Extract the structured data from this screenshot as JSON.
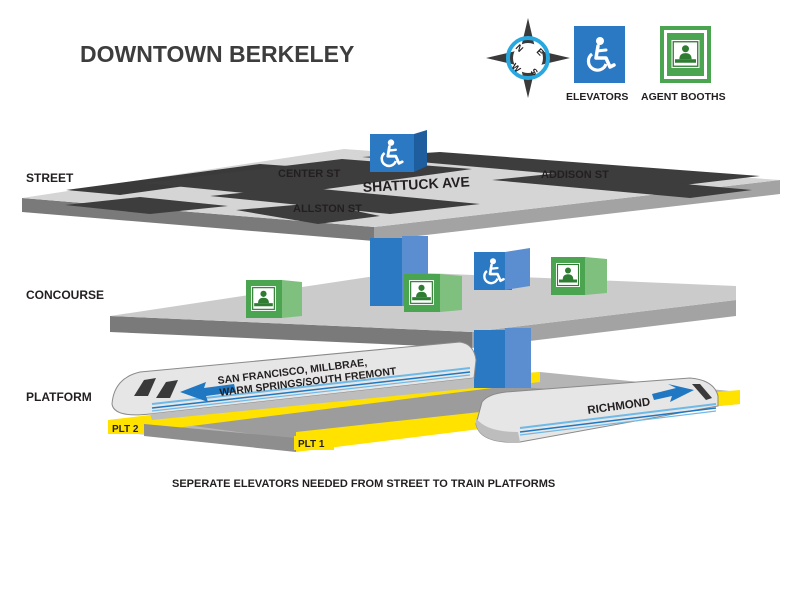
{
  "title": "DOWNTOWN BERKELEY",
  "legend": {
    "compass": {
      "north": "N",
      "east": "E",
      "south": "S",
      "west": "W"
    },
    "elevators_label": "ELEVATORS",
    "agent_booths_label": "AGENT BOOTHS",
    "elevator_icon": "wheelchair-icon",
    "agent_booth_icon": "agent-booth-icon"
  },
  "levels": {
    "street": "STREET",
    "concourse": "CONCOURSE",
    "platform": "PLATFORM"
  },
  "streets": {
    "shattuck": "SHATTUCK AVE",
    "center": "CENTER ST",
    "addison": "ADDISON ST",
    "allston": "ALLSTON ST"
  },
  "trains": {
    "upper_line1": "SAN FRANCISCO, MILLBRAE,",
    "upper_line2": "WARM SPRINGS/SOUTH FREMONT",
    "lower": "RICHMOND"
  },
  "platforms": {
    "plt1": "PLT 1",
    "plt2": "PLT 2"
  },
  "note": "SEPERATE ELEVATORS NEEDED FROM STREET TO TRAIN PLATFORMS",
  "colors": {
    "elevator_blue": "#2b79c2",
    "booth_green": "#4aa450",
    "platform_yellow": "#ffe200",
    "arrow_blue": "#1f78c1"
  }
}
